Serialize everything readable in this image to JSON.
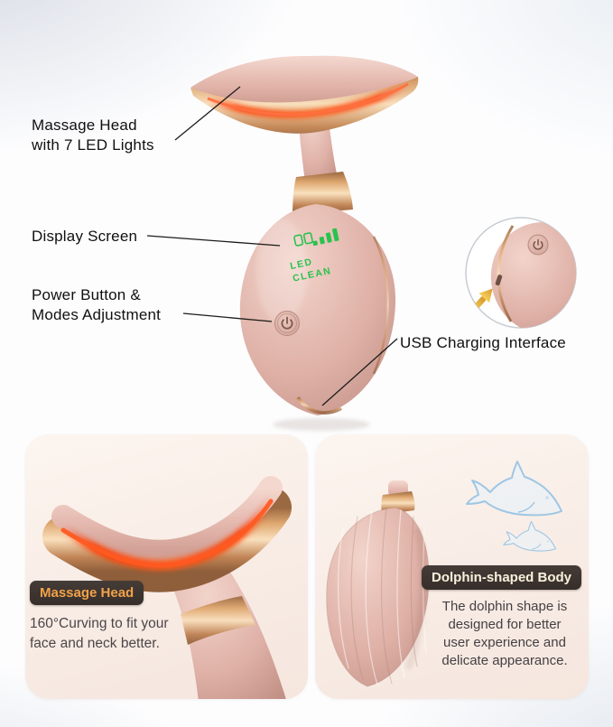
{
  "annotations": {
    "massage_head": "Massage Head\nwith 7 LED Lights",
    "display_screen": "Display Screen",
    "power_button": "Power Button &\nModes Adjustment",
    "usb": "USB Charging Interface"
  },
  "device": {
    "display": {
      "led": "LED",
      "clean": "CLEAN"
    }
  },
  "cards": {
    "massage_head": {
      "badge": "Massage Head",
      "description": "160°Curving to fit your\nface and neck better."
    },
    "dolphin_body": {
      "badge": "Dolphin-shaped Body",
      "description": "The dolphin shape is\ndesigned for better\nuser experience and\ndelicate appearance."
    }
  },
  "icons": {
    "power": "power-icon",
    "usb_arrow": "arrow-icon",
    "dolphins": "dolphin-icon",
    "signal_bars": "battery-level-bars-icon"
  },
  "colors": {
    "device_pink": "#dfb1a7",
    "device_pink_light": "#f2d4cb",
    "rose_gold": "#c98e5d",
    "rose_gold_light": "#f9e0bd",
    "led_red": "#ff3a00",
    "display_green": "#29c24e",
    "badge_bg": "#3d342f",
    "badge_text_orange": "#f2a24a",
    "badge_text_cream": "#fbf0dc",
    "card_bg": "#f8ece5",
    "dolphin_blue": "#9fc6e4",
    "arrow_yellow": "#e8b33c",
    "text_dark": "#101010"
  }
}
